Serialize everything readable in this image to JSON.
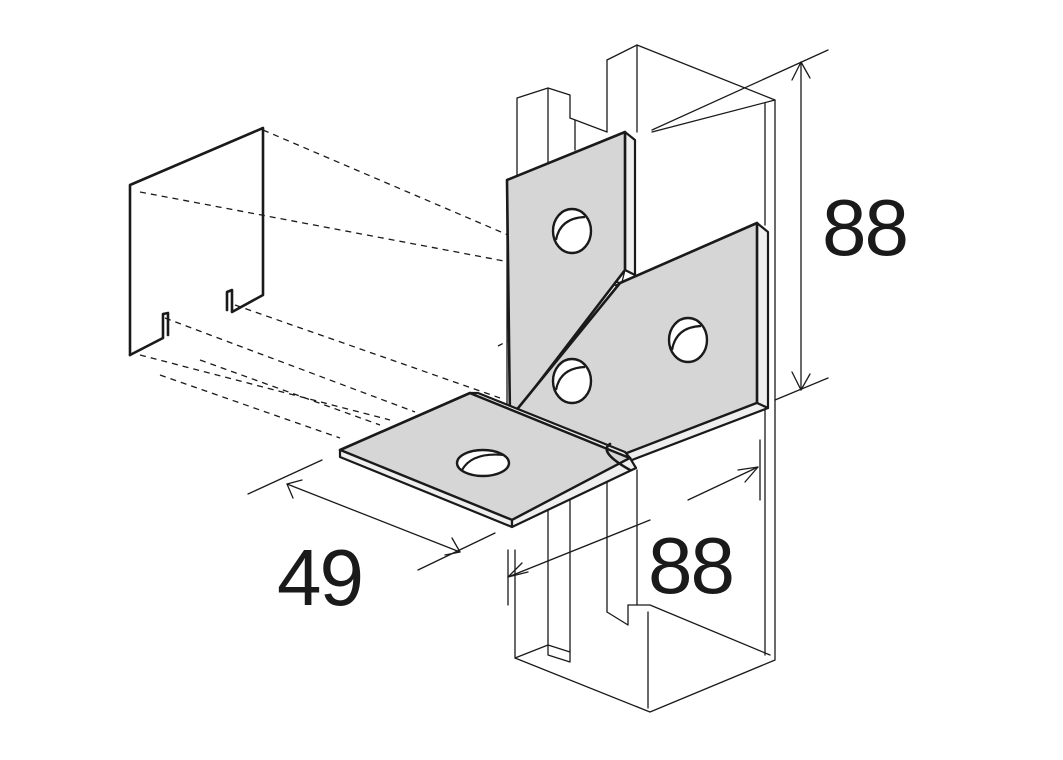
{
  "dimensions": {
    "height_label": "88",
    "width_label": "88",
    "depth_label": "49"
  }
}
